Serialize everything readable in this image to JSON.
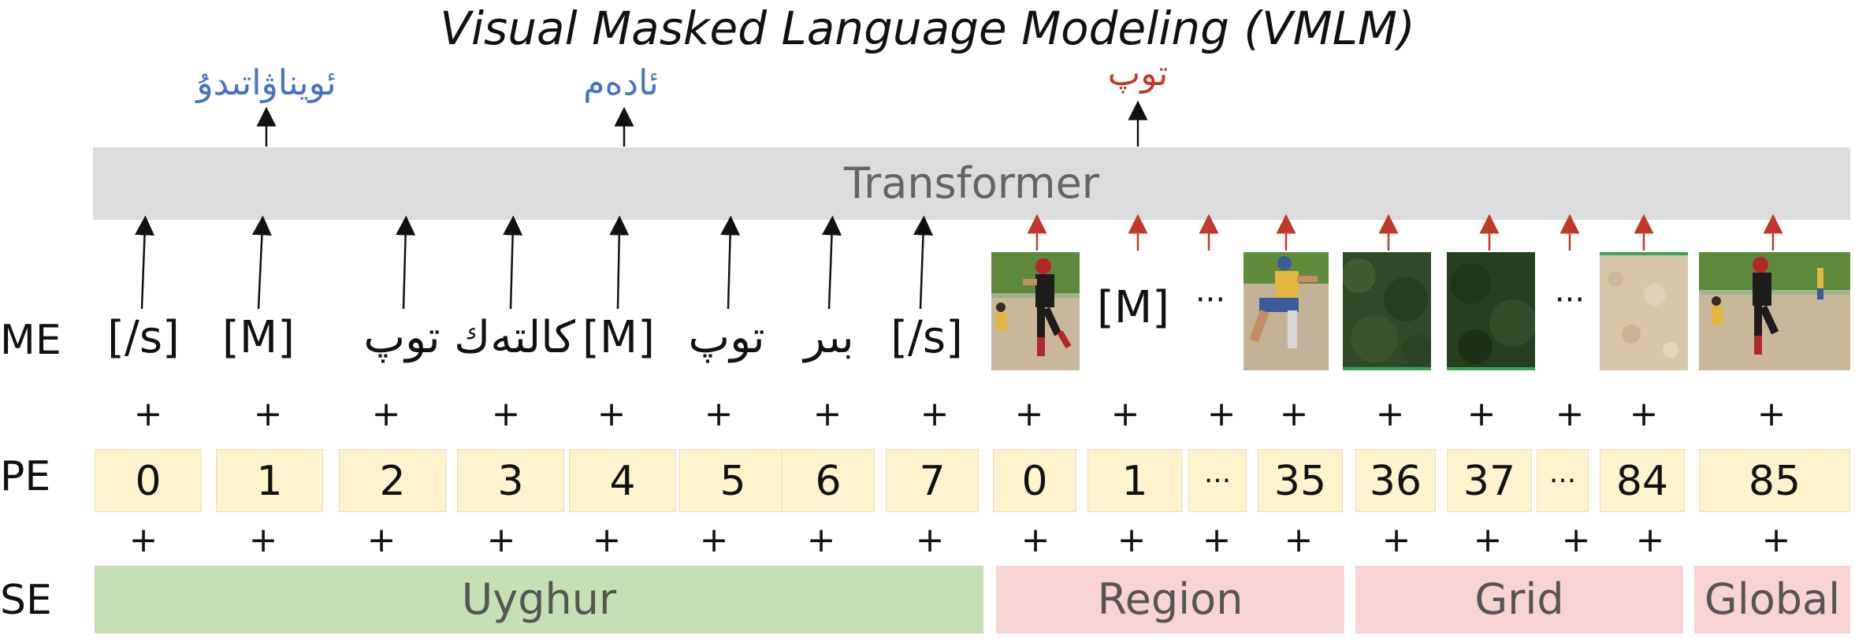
{
  "title": "Visual Masked Language Modeling (VMLM)",
  "outputs": [
    {
      "text": "ئويناۋاتىدۇ",
      "color": "#4472c4"
    },
    {
      "text": "ئادەم",
      "color": "#4472c4"
    },
    {
      "text": "توپ",
      "color": "#c0392b"
    }
  ],
  "transformer_label": "Transformer",
  "row_labels": {
    "me": "ME",
    "pe": "PE",
    "se": "SE"
  },
  "text_tokens": [
    "[/s]",
    "[M]",
    "توپ",
    "كالتەك",
    "[M]",
    "توپ",
    "بىر",
    "[/s]"
  ],
  "visual_tokens": {
    "mask": "[M]",
    "ellipsis": "···"
  },
  "images": [
    "softball-player-running",
    "softball-player-pitching",
    "grass-patch",
    "grass-patch-dark",
    "sand-patch",
    "softball-player-running"
  ],
  "pe_values": [
    "0",
    "1",
    "2",
    "3",
    "4",
    "5",
    "6",
    "7",
    "0",
    "1",
    "···",
    "35",
    "36",
    "37",
    "···",
    "84",
    "85"
  ],
  "plus": "+",
  "segments": [
    {
      "label": "Uyghur",
      "color": "#c5e0b4"
    },
    {
      "label": "Region",
      "color": "#f8d3d3"
    },
    {
      "label": "Grid",
      "color": "#f8d3d3"
    },
    {
      "label": "Global",
      "color": "#f8d3d3"
    }
  ],
  "colors": {
    "arrow_text": "#111111",
    "arrow_visual": "#c0392b",
    "grid_border": "#3aa655"
  }
}
